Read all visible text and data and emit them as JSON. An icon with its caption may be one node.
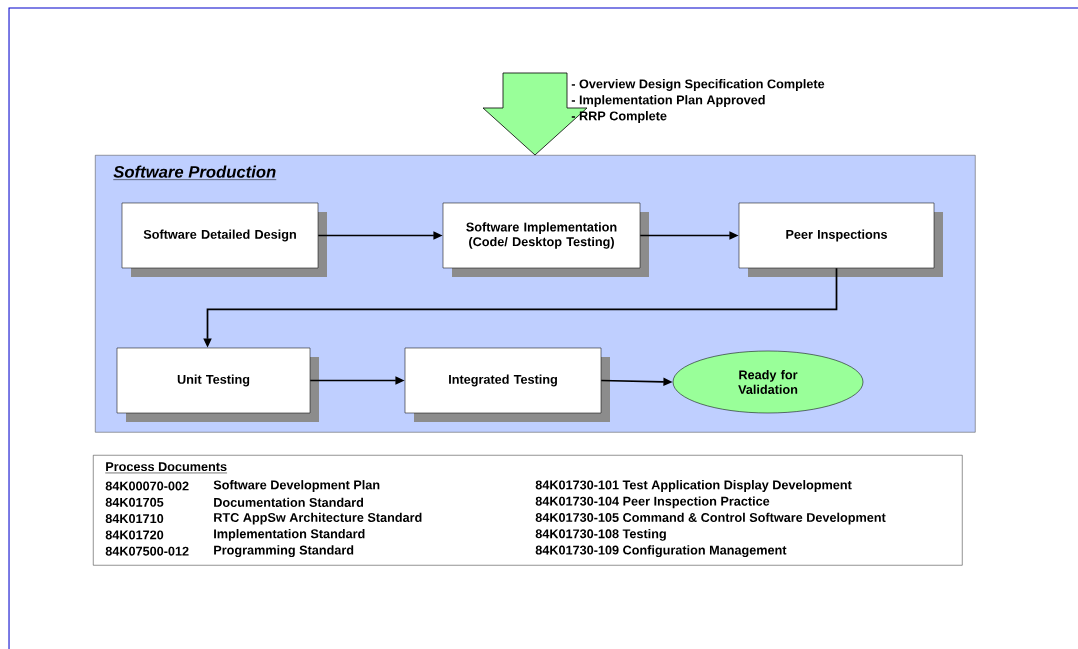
{
  "diagram": {
    "nodes": [
      {
        "text": [
          "Software Production"
        ]
      },
      {
        "text": [
          "Software Detailed Design"
        ],
        "in": 0
      },
      {
        "text": [
          "Software Implementation (Code/ Desktop Testing)"
        ],
        "in": 0
      },
      {
        "text": [
          "Peer Inspections"
        ],
        "in": 0
      },
      {
        "text": [
          "Unit Testing"
        ],
        "in": 0
      },
      {
        "text": [
          "Integrated Testing"
        ],
        "in": 0
      },
      {
        "text": [
          "Ready for Validation"
        ],
        "in": 0
      },
      {
        "text": [
          "Process Documents",
          "84K00070-002",
          "Software Development Plan",
          "84K01705",
          "Documentation Standard",
          "84K01710",
          "RTC AppSw Architecture Standard",
          "84K01720",
          "Implementation Standard",
          "84K07500-012",
          "Programming Standard",
          "84K01730-101 Test Application Display Development",
          "84K01730-104 Peer Inspection Practice",
          "84K01730-105 Command & Control Software Development",
          "84K01730-108 Testing",
          "84K01730-109 Configuration Management"
        ]
      }
    ],
    "edges": [
      {
        "from": null,
        "to": 0,
        "arrow": "to",
        "color": "#99ff99"
      },
      {
        "from": 1,
        "to": 2,
        "arrow": "to"
      },
      {
        "from": 2,
        "to": 3,
        "arrow": "to"
      },
      {
        "from": 3,
        "to": 4,
        "arrow": "to"
      },
      {
        "from": 4,
        "to": 5,
        "arrow": "to"
      },
      {
        "from": 5,
        "to": 6,
        "arrow": "to"
      }
    ],
    "labels": [
      "- Overview Design Specification Complete",
      "- Implementation Plan Approved",
      "- RRP Complete"
    ]
  }
}
